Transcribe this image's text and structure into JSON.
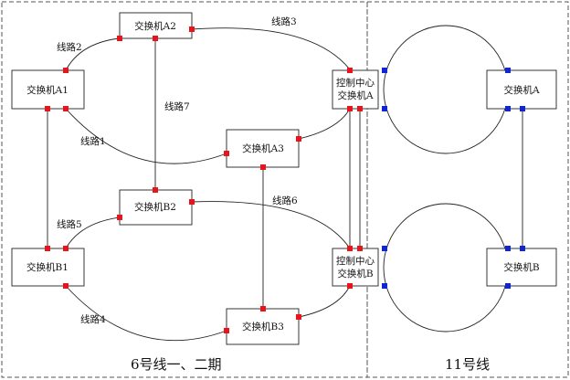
{
  "zones": {
    "line6_label": "6号线一、二期",
    "line11_label": "11号线"
  },
  "nodes": {
    "A1": [
      "交换机A1"
    ],
    "A2": [
      "交换机A2"
    ],
    "A3": [
      "交换机A3"
    ],
    "B1": [
      "交换机B1"
    ],
    "B2": [
      "交换机B2"
    ],
    "B3": [
      "交换机B3"
    ],
    "CA": [
      "控制中心",
      "交换机A"
    ],
    "CB": [
      "控制中心",
      "交换机B"
    ],
    "SA": [
      "交换机A"
    ],
    "SB": [
      "交换机B"
    ]
  },
  "links": {
    "line1": "线路1",
    "line2": "线路2",
    "line3": "线路3",
    "line4": "线路4",
    "line5": "线路5",
    "line6": "线路6",
    "line7": "线路7"
  },
  "colors": {
    "line6_port": "#e8141b",
    "line11_port": "#1024d8",
    "stroke": "#222222",
    "zone_border": "#555555"
  }
}
